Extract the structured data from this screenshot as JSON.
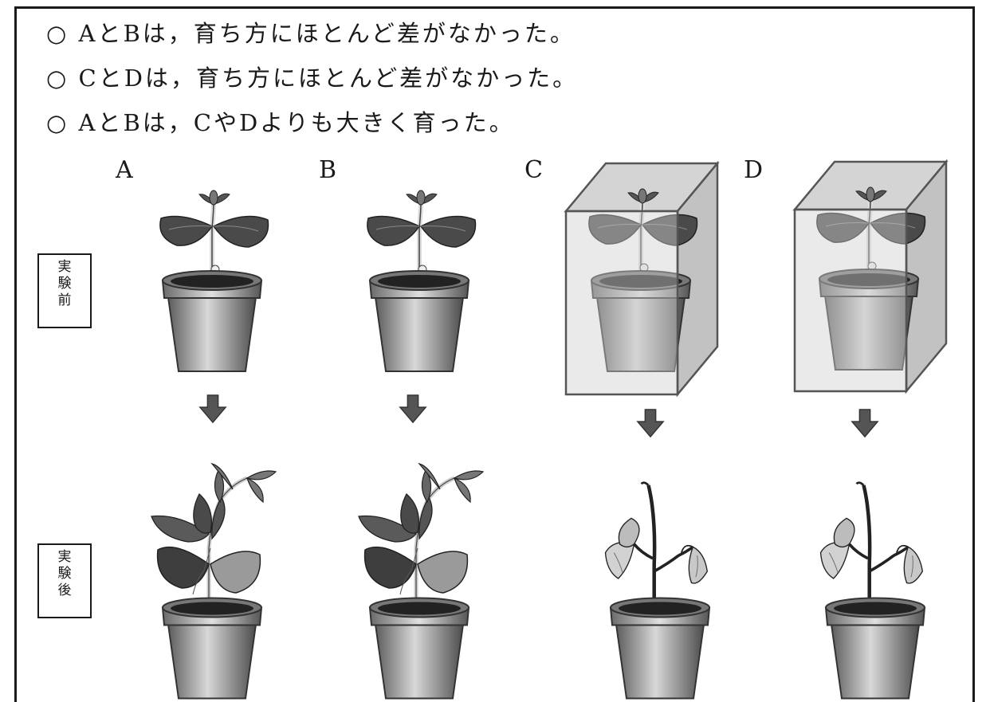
{
  "statements": [
    "○ AとBは，育ち方にほとんど差がなかった。",
    "○ CとDは，育ち方にほとんど差がなかった。",
    "○ AとBは，CやDよりも大きく育った。"
  ],
  "plant_labels": [
    "A",
    "B",
    "C",
    "D"
  ],
  "row_labels": {
    "before": [
      "実",
      "験",
      "前"
    ],
    "after": [
      "実",
      "験",
      "後"
    ]
  },
  "colors": {
    "box_fill": "#cfcfcf",
    "box_stroke": "#555555",
    "arrow": "#555555",
    "leaf_dark": "#4a4a4a",
    "leaf_light": "#bdbdbd",
    "pot": "#8a8a8a"
  },
  "icons": [
    "plant-pot-icon",
    "down-arrow-icon",
    "cover-box-icon"
  ]
}
